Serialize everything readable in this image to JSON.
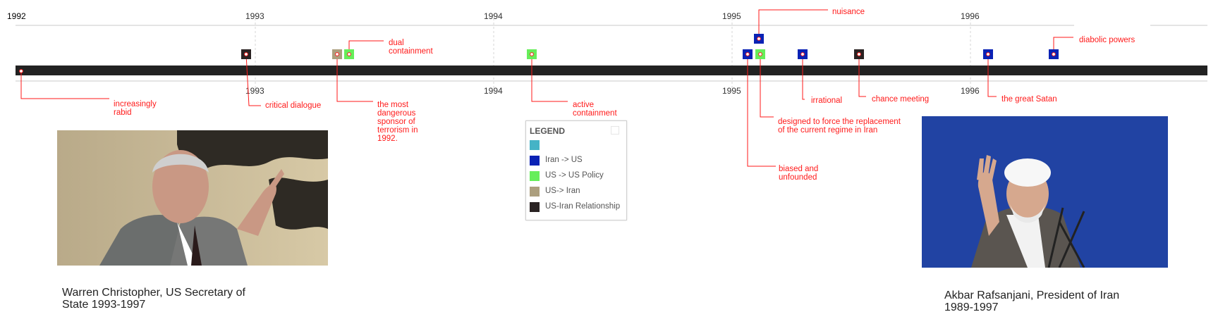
{
  "axis": {
    "top_labels": [
      "1992",
      "1993",
      "1994",
      "1995",
      "1996"
    ],
    "bottom_labels": [
      "1993",
      "1994",
      "1995",
      "1996"
    ]
  },
  "events": [
    {
      "id": "increasingly-rabid",
      "text": "increasingly\nrabid",
      "category": "US-Iran Relationship"
    },
    {
      "id": "critical-dialogue",
      "text": "critical dialogue",
      "category": "US-Iran Relationship"
    },
    {
      "id": "most-dangerous",
      "text": "the most\ndangerous\nsponsor of\nterrorism in\n1992.",
      "category": "US-> Iran"
    },
    {
      "id": "dual-containment",
      "text": "dual\ncontainment",
      "category": "US -> US Policy"
    },
    {
      "id": "active-containment",
      "text": "active\ncontainment",
      "category": "US -> US Policy"
    },
    {
      "id": "biased-unfounded",
      "text": "biased and\nunfounded",
      "category": "Iran -> US"
    },
    {
      "id": "nuisance",
      "text": "nuisance",
      "category": "Iran -> US"
    },
    {
      "id": "designed-to-force",
      "text": "designed to force the replacement\nof the current regime in Iran",
      "category": "US -> US Policy"
    },
    {
      "id": "irrational",
      "text": "irrational",
      "category": "Iran -> US"
    },
    {
      "id": "chance-meeting",
      "text": "chance meeting",
      "category": "US-Iran Relationship"
    },
    {
      "id": "great-satan",
      "text": "the great Satan",
      "category": "Iran -> US"
    },
    {
      "id": "diabolic-powers",
      "text": "diabolic powers",
      "category": "Iran -> US"
    }
  ],
  "legend": {
    "title": "LEGEND",
    "items": [
      {
        "label": "",
        "color": "#45b3c6"
      },
      {
        "label": "Iran -> US",
        "color": "#0a22b5"
      },
      {
        "label": "US -> US Policy",
        "color": "#66ee5a"
      },
      {
        "label": "US-> Iran",
        "color": "#ac9f7e"
      },
      {
        "label": "US-Iran Relationship",
        "color": "#2a2323"
      }
    ]
  },
  "colors": {
    "annotation": "#ff1a1a",
    "timeline_bar": "#222222",
    "gridline": "#c8c8c8"
  },
  "captions": {
    "left": "Warren Christopher, US Secretary of\nState 1993-1997",
    "right": "Akbar Rafsanjani, President of Iran\n1989-1997"
  }
}
